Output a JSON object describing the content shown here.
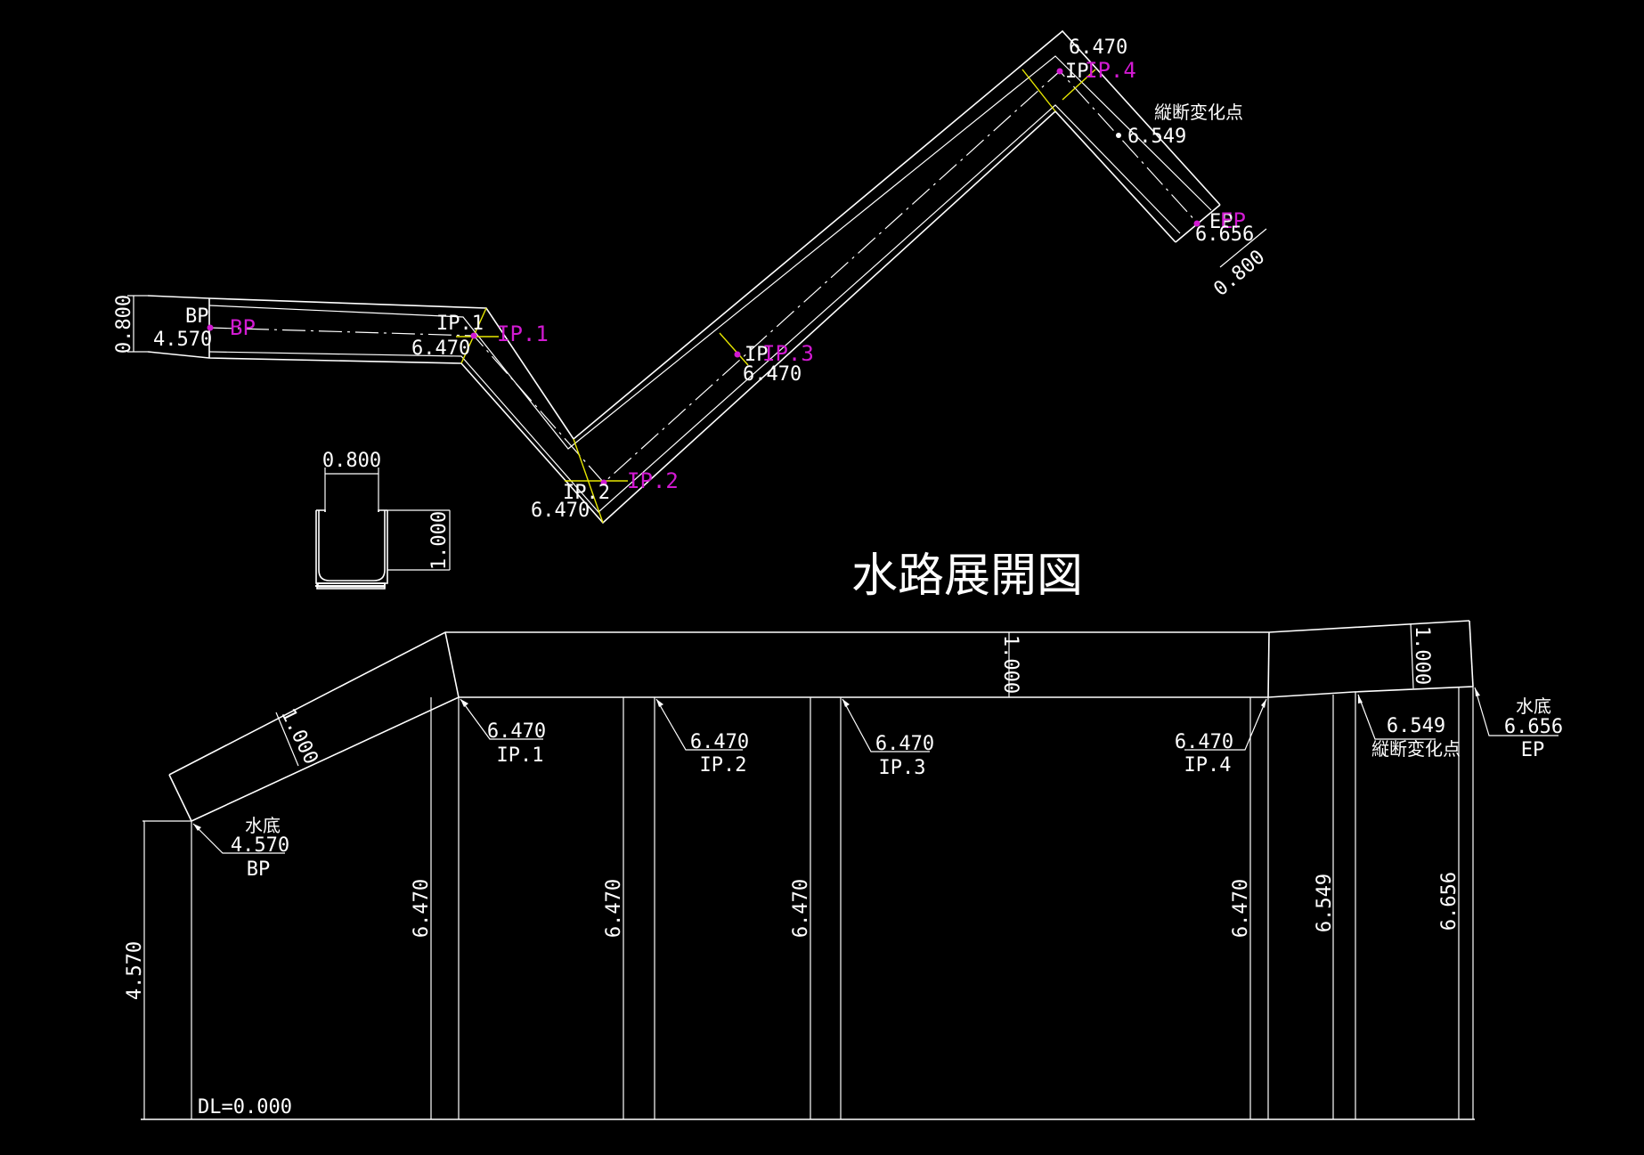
{
  "title": "水路展開図",
  "plan": {
    "width_left": "0.800",
    "width_right": "0.800",
    "bp": {
      "label": "BP",
      "elev": "4.570",
      "marker": "BP"
    },
    "ip1": {
      "label": "IP.1",
      "elev": "6.470",
      "marker": "IP.1"
    },
    "ip2": {
      "label": "IP.2",
      "elev": "6.470",
      "marker": "IP.2"
    },
    "ip3": {
      "label": "IP",
      "elev": "6.470",
      "marker": "IP.3"
    },
    "ip4": {
      "label": "IP",
      "elev": "6.470",
      "marker": "IP.4"
    },
    "change_point": {
      "label": "縦断変化点",
      "elev": "6.549"
    },
    "ep": {
      "label": "EP",
      "elev": "6.656",
      "marker": "EP"
    }
  },
  "section": {
    "width": "0.800",
    "height": "1.000"
  },
  "profile": {
    "datum": "DL=0.000",
    "depths": [
      "1.000",
      "1.000",
      "1.000"
    ],
    "bp": {
      "title": "水底",
      "elev": "4.570",
      "name": "BP",
      "height": "4.570"
    },
    "ip1": {
      "elev": "6.470",
      "name": "IP.1",
      "height": "6.470"
    },
    "ip2": {
      "elev": "6.470",
      "name": "IP.2",
      "height": "6.470"
    },
    "ip3": {
      "elev": "6.470",
      "name": "IP.3",
      "height": "6.470"
    },
    "ip4": {
      "elev": "6.470",
      "name": "IP.4",
      "height": "6.470"
    },
    "change": {
      "elev": "6.549",
      "name": "縦断変化点",
      "height": "6.549"
    },
    "ep": {
      "title": "水底",
      "elev": "6.656",
      "name": "EP",
      "height": "6.656"
    }
  }
}
